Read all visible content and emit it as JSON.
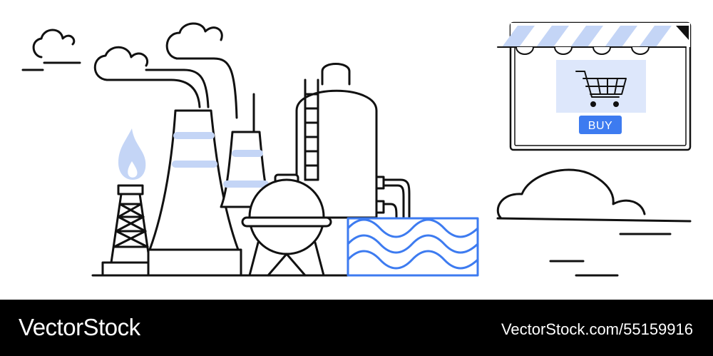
{
  "shop": {
    "buy_label": "BUY"
  },
  "footer": {
    "brand": "VectorStock",
    "image_id": "VectorStock.com/55159916"
  },
  "colors": {
    "stroke": "#111111",
    "accent_blue": "#3d7bf0",
    "light_blue": "#dde7fb",
    "stripe_blue": "#c4d5f6",
    "footer_bg": "#000000"
  },
  "icons": [
    "cloud-icon",
    "flame-icon",
    "shopping-cart-icon"
  ]
}
